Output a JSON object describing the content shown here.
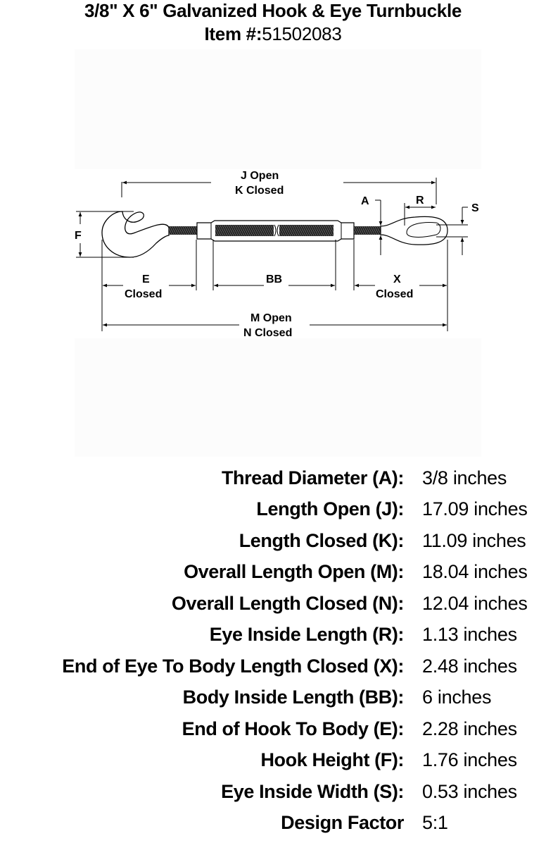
{
  "header": {
    "title": "3/8\" X 6\" Galvanized Hook & Eye Turnbuckle",
    "item_prefix": "Item #:",
    "item_number": "51502083"
  },
  "diagram": {
    "labels": {
      "j_open": "J  Open",
      "k_closed": "K  Closed",
      "a": "A",
      "r": "R",
      "s": "S",
      "f": "F",
      "e": "E",
      "e_closed": "Closed",
      "bb": "BB",
      "x": "X",
      "x_closed": "Closed",
      "m_open": "M  Open",
      "n_closed": "N  Closed"
    }
  },
  "specs": [
    {
      "label": "Thread Diameter (A):",
      "value": "3/8 inches"
    },
    {
      "label": "Length Open (J):",
      "value": "17.09 inches"
    },
    {
      "label": "Length Closed (K):",
      "value": "11.09 inches"
    },
    {
      "label": "Overall Length Open (M):",
      "value": "18.04 inches"
    },
    {
      "label": "Overall Length Closed (N):",
      "value": "12.04 inches"
    },
    {
      "label": "Eye Inside Length (R):",
      "value": "1.13 inches"
    },
    {
      "label": "End of Eye To Body Length Closed (X):",
      "value": "2.48 inches"
    },
    {
      "label": "Body Inside Length (BB):",
      "value": "6 inches"
    },
    {
      "label": "End of Hook To Body (E):",
      "value": "2.28 inches"
    },
    {
      "label": "Hook Height (F):",
      "value": "1.76 inches"
    },
    {
      "label": "Eye Inside Width (S):",
      "value": "0.53 inches"
    },
    {
      "label": "Design Factor",
      "value": "5:1"
    }
  ]
}
